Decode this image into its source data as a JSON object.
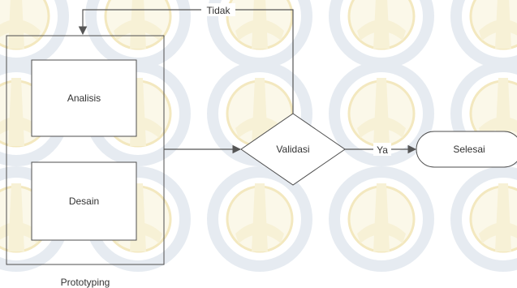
{
  "diagram": {
    "nodes": {
      "prototyping": {
        "label": "Prototyping"
      },
      "analisis": {
        "label": "Analisis"
      },
      "desain": {
        "label": "Desain"
      },
      "validasi": {
        "label": "Validasi"
      },
      "selesai": {
        "label": "Selesai"
      }
    },
    "edges": {
      "prototyping_to_validasi": {
        "label": ""
      },
      "validasi_to_selesai": {
        "label": "Ya"
      },
      "validasi_to_prototyping": {
        "label": "Tidak"
      }
    }
  },
  "watermark": {
    "description_icon": "institution-emblem",
    "colors": {
      "gear": "#e2e8ef",
      "emblem": "#f1e4b4"
    }
  },
  "colors": {
    "stroke": "#4d4d4d",
    "text": "#333333",
    "background": "#ffffff"
  }
}
